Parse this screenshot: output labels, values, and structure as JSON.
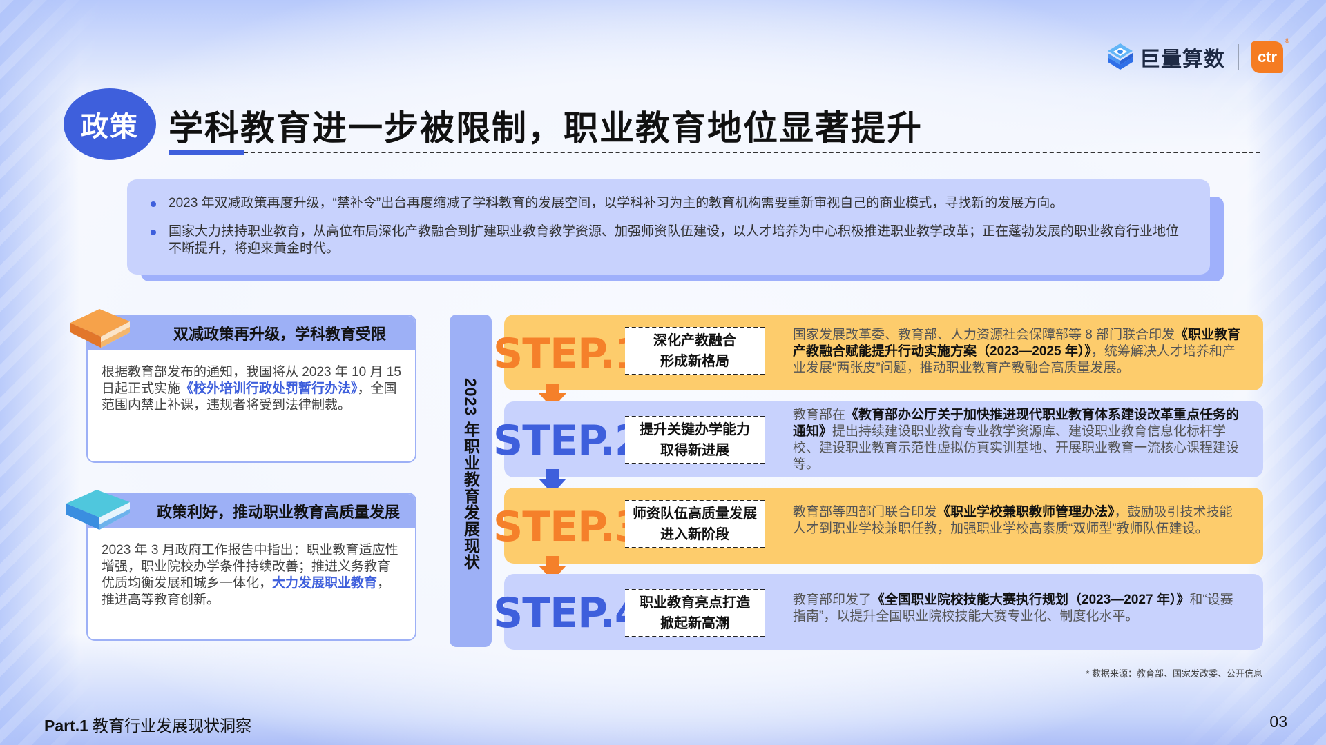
{
  "header": {
    "logo_primary": "巨量算数",
    "logo_secondary": "ctr",
    "logo_secondary_mark": "®"
  },
  "title": {
    "badge": "政策",
    "text": "学科教育进一步被限制，职业教育地位显著提升"
  },
  "summary": {
    "bullets": [
      "2023 年双减政策再度升级，“禁补令”出台再度缩减了学科教育的发展空间，以学科补习为主的教育机构需要重新审视自己的商业模式，寻找新的发展方向。",
      "国家大力扶持职业教育，从高位布局深化产教融合到扩建职业教育教学资源、加强师资队伍建设，以人才培养为中心积极推进职业教学改革；正在蓬勃发展的职业教育行业地位不断提升，将迎来黄金时代。"
    ]
  },
  "cards": [
    {
      "title": "双减政策再升级，学科教育受限",
      "icon": "book-orange-icon",
      "body_before": "根据教育部发布的通知，我国将从 2023 年 10 月 15 日起正式实施",
      "body_highlight": "《校外培训行政处罚暂行办法》",
      "body_after": "，全国范围内禁止补课，违规者将受到法律制裁。"
    },
    {
      "title": "政策利好，推动职业教育高质量发展",
      "icon": "book-teal-icon",
      "body_before": "2023 年 3 月政府工作报告中指出：职业教育适应性增强，职业院校办学条件持续改善；推进义务教育优质均衡发展和城乡一体化，",
      "body_highlight": "大力发展职业教育",
      "body_after": "，推进高等教育创新。"
    }
  ],
  "timeline": {
    "label": "2023 年职业教育发展现状",
    "steps": [
      {
        "label": "STEP.1",
        "box_line1": "深化产教融合",
        "box_line2": "形成新格局",
        "desc_before": "国家发展改革委、教育部、人力资源社会保障部等 8 部门联合印发",
        "desc_bold": "《职业教育产教融合赋能提升行动实施方案（2023—2025 年）》",
        "desc_after": "，统筹解决人才培养和产业发展“两张皮”问题，推动职业教育产教融合高质量发展。"
      },
      {
        "label": "STEP.2",
        "box_line1": "提升关键办学能力",
        "box_line2": "取得新进展",
        "desc_before": "教育部在",
        "desc_bold": "《教育部办公厅关于加快推进现代职业教育体系建设改革重点任务的通知》",
        "desc_after": "提出持续建设职业教育专业教学资源库、建设职业教育信息化标杆学校、建设职业教育示范性虚拟仿真实训基地、开展职业教育一流核心课程建设等。"
      },
      {
        "label": "STEP.3",
        "box_line1": "师资队伍高质量发展",
        "box_line2": "进入新阶段",
        "desc_before": "教育部等四部门联合印发",
        "desc_bold": "《职业学校兼职教师管理办法》",
        "desc_after": "，鼓励吸引技术技能人才到职业学校兼职任教，加强职业学校高素质“双师型”教师队伍建设。"
      },
      {
        "label": "STEP.4",
        "box_line1": "职业教育亮点打造",
        "box_line2": "掀起新高潮",
        "desc_before": "教育部印发了",
        "desc_bold": "《全国职业院校技能大赛执行规划（2023—2027 年）》",
        "desc_after": "和“设赛指南”，以提升全国职业院校技能大赛专业化、制度化水平。"
      }
    ]
  },
  "source": "* 数据来源：教育部、国家发改委、公开信息",
  "footer": {
    "part": "Part.1",
    "section": "教育行业发展现状洞察",
    "page": "03"
  },
  "colors": {
    "accent_blue": "#3e5fdc",
    "accent_orange": "#f5802a",
    "panel_blue": "#c8d2fd",
    "panel_orange": "#fdcc6c"
  }
}
